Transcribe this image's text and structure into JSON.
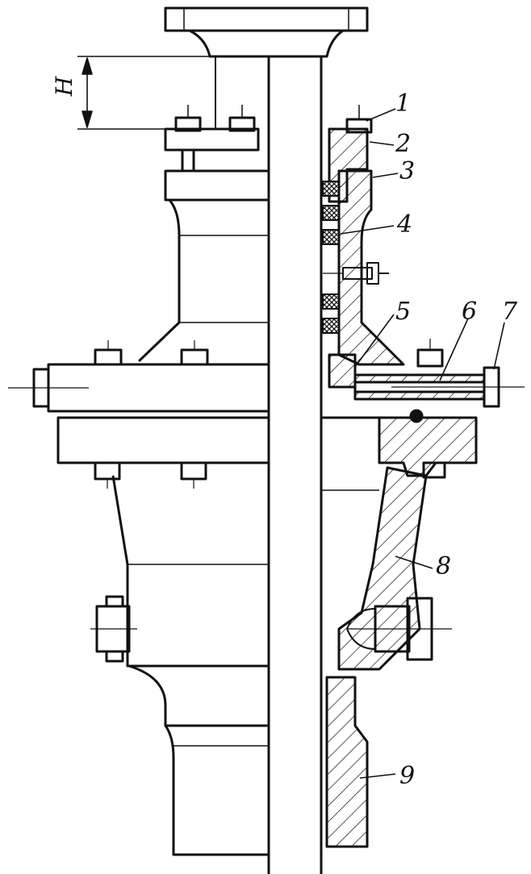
{
  "diagram": {
    "dimension_label": "H",
    "part_labels": [
      "1",
      "2",
      "3",
      "4",
      "5",
      "6",
      "7",
      "8",
      "9"
    ]
  },
  "colors": {
    "ink": "#111111",
    "paper": "#ffffff",
    "packing": "#222222"
  }
}
